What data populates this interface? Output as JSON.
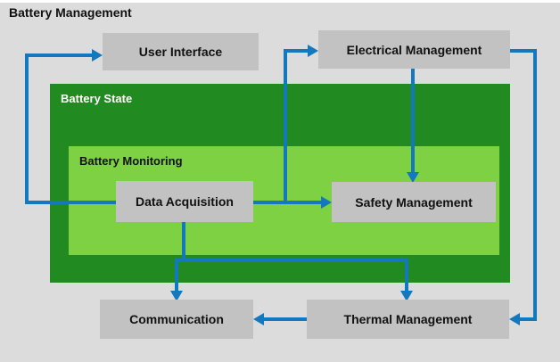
{
  "title": "Battery Management",
  "colors": {
    "background": "#dcdcdc",
    "box_gray": "#c2c2c2",
    "dark_green": "#218a21",
    "light_green": "#7ed142",
    "arrow_blue": "#1478be",
    "text_dark": "#111111",
    "text_light": "#ffffff"
  },
  "containers": {
    "battery_state": "Battery State",
    "battery_monitoring": "Battery Monitoring"
  },
  "nodes": {
    "user_interface": "User Interface",
    "electrical_management": "Electrical Management",
    "data_acquisition": "Data Acquisition",
    "safety_management": "Safety Management",
    "communication": "Communication",
    "thermal_management": "Thermal Management"
  },
  "edges": [
    {
      "from": "data_acquisition",
      "to": "user_interface"
    },
    {
      "from": "data_acquisition",
      "to": "electrical_management"
    },
    {
      "from": "data_acquisition",
      "to": "safety_management"
    },
    {
      "from": "data_acquisition",
      "to": "communication"
    },
    {
      "from": "data_acquisition",
      "to": "thermal_management"
    },
    {
      "from": "electrical_management",
      "to": "safety_management"
    },
    {
      "from": "electrical_management",
      "to": "thermal_management"
    },
    {
      "from": "thermal_management",
      "to": "communication"
    }
  ]
}
